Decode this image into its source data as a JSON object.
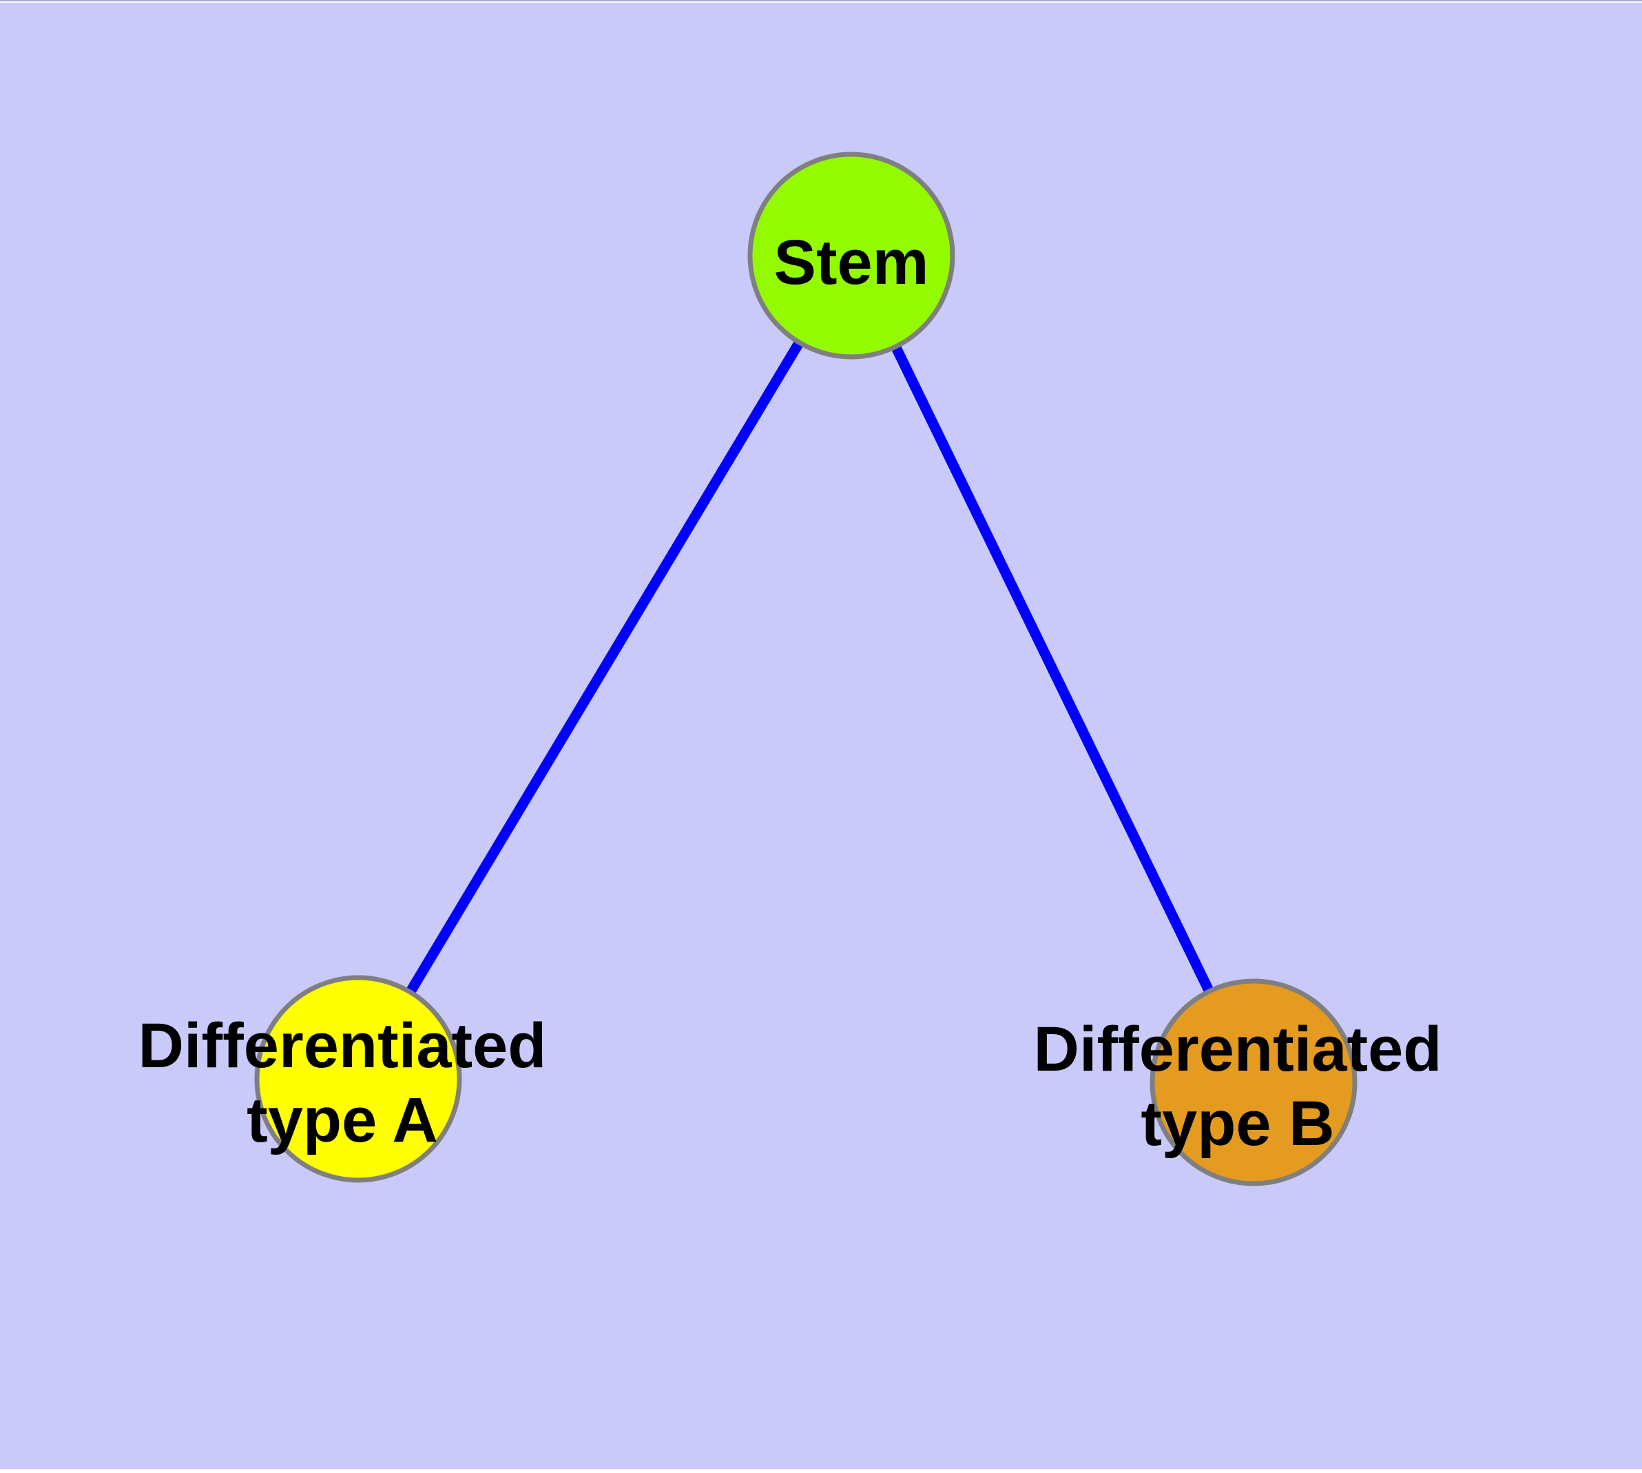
{
  "diagram": {
    "background_color": "#c9c9fa",
    "edge_color": "#0000ff",
    "node_border_color": "#7f7f7f",
    "label_color": "#000000",
    "nodes": [
      {
        "id": "stem",
        "label": "Stem",
        "lines": [
          "Stem"
        ],
        "fill": "#94fa00"
      },
      {
        "id": "type-a",
        "label": "Differentiated type A",
        "lines": [
          "Differentiated",
          "type A"
        ],
        "fill": "#ffff00"
      },
      {
        "id": "type-b",
        "label": "Differentiated type B",
        "lines": [
          "Differentiated",
          "type B"
        ],
        "fill": "#e49b20"
      }
    ],
    "edges": [
      {
        "from": "Stem",
        "to": "Differentiated type A"
      },
      {
        "from": "Stem",
        "to": "Differentiated type B"
      }
    ]
  }
}
